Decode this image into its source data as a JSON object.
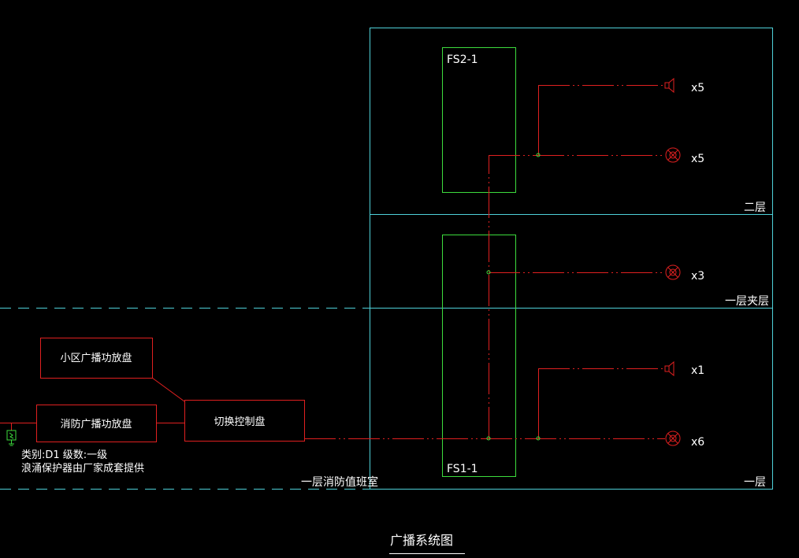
{
  "diagram": {
    "title": "广播系统图",
    "floors": {
      "f2": "二层",
      "mezzanine": "一层夹层",
      "f1": "一层",
      "control_room": "一层消防值班室"
    },
    "panels": {
      "fs2": "FS2-1",
      "fs1": "FS1-1"
    },
    "boxes": {
      "community_amp": "小区广播功放盘",
      "fire_amp": "消防广播功放盘",
      "switch_ctrl": "切换控制盘"
    },
    "devices": {
      "f2_horn_count": "x5",
      "f2_ceiling_count": "x5",
      "mz_ceiling_count": "x3",
      "f1_horn_count": "x1",
      "f1_ceiling_count": "x6"
    },
    "notes": {
      "line1": "类别:D1  级数:一级",
      "line2": "浪涌保护器由厂家成套提供"
    },
    "colors": {
      "cyan": "#4fd1d9",
      "green": "#3ddc3d",
      "red": "#e02020",
      "white": "#ffffff"
    }
  }
}
